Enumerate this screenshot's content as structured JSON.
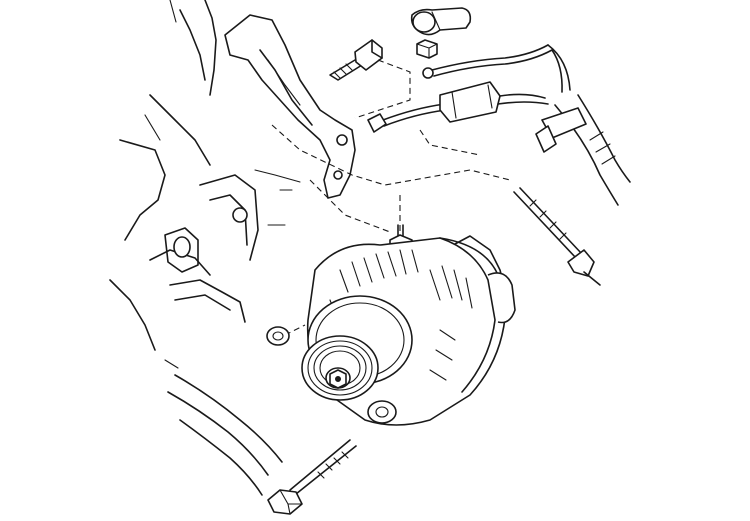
{
  "diagram": {
    "style": "monochrome exploded line drawing",
    "colors": {
      "ink": "#1a1a1a",
      "paper": "#ffffff"
    },
    "components": [
      "engine-block",
      "mounting-bracket",
      "adjusting-bolt",
      "terminal-cap",
      "terminal-nut",
      "battery-cable",
      "wiring-connector",
      "wiring-harness",
      "through-bolt",
      "alternator",
      "stud",
      "spacer",
      "pivot-bolt",
      "drive-belt"
    ]
  }
}
